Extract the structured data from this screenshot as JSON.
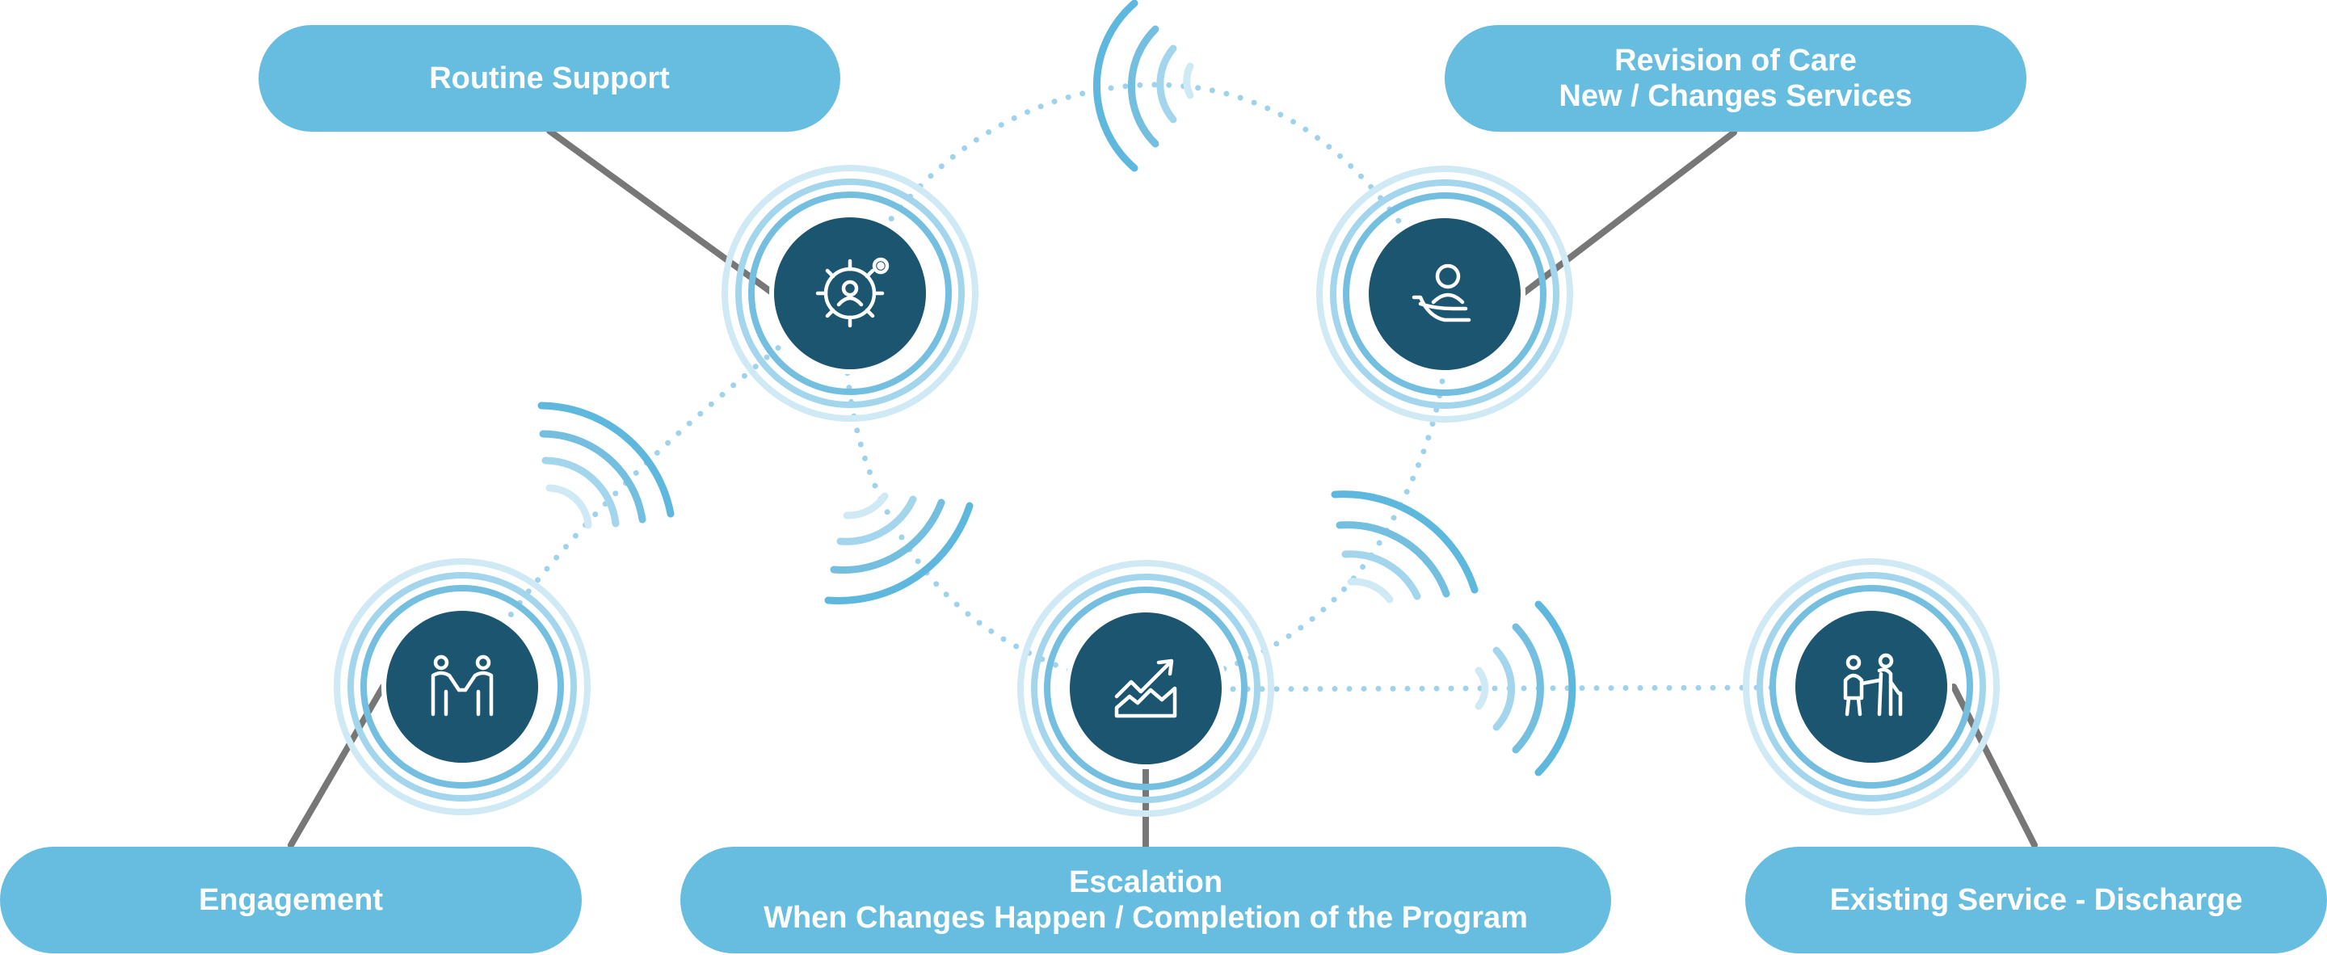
{
  "labels": {
    "routine_support": "Routine Support",
    "revision_line1": "Revision of Care",
    "revision_line2": "New / Changes Services",
    "engagement": "Engagement",
    "escalation_line1": "Escalation",
    "escalation_line2": "When Changes Happen / Completion of the Program",
    "discharge": "Existing Service - Discharge"
  },
  "colors": {
    "node_fill": "#1b5570",
    "ring_strong": "#74bfe0",
    "ring_mid": "#a3d6ec",
    "ring_light": "#cfe9f5",
    "pill_fill": "#66bde0",
    "connector": "#777777",
    "dotted_path": "#9fd3ec",
    "wave_strong": "#5eb8de",
    "wave_light": "#b6e0f2"
  },
  "icons": {
    "routine_support": "gear-person-icon",
    "revision": "hand-person-icon",
    "engagement": "handshake-people-icon",
    "escalation": "trend-up-chart-icon",
    "discharge": "elderly-people-icon"
  }
}
